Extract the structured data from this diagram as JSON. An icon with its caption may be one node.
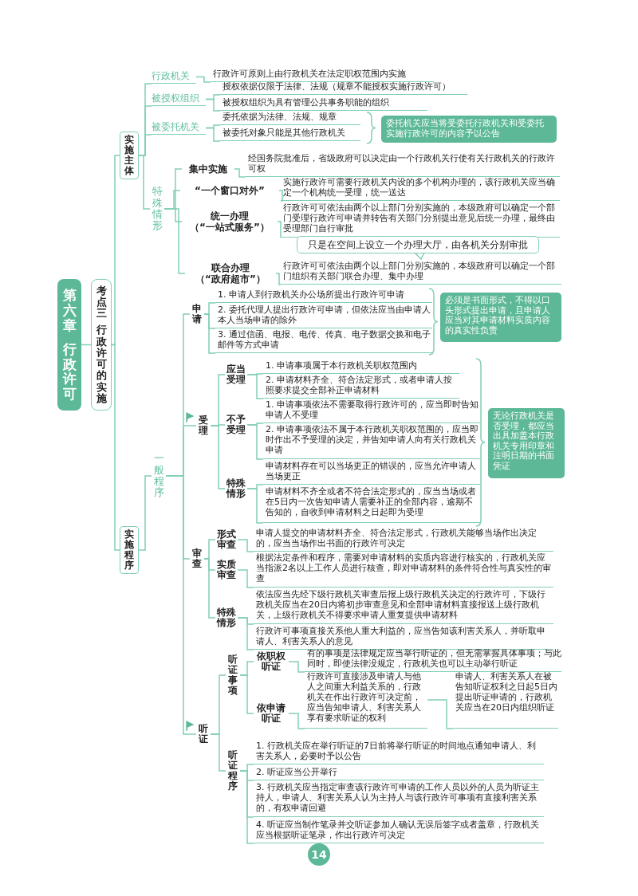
{
  "diagram": {
    "nodes": [
      {
        "text": [
          "第六章",
          "行政许可"
        ]
      },
      {
        "text": [
          "考点三",
          "行政许可的实施"
        ]
      },
      {
        "text": [
          "实施主体"
        ]
      },
      {
        "text": [
          "行政机关"
        ]
      },
      {
        "text": [
          "行政许可原则上由行政机关在法定职权范围内实施"
        ]
      },
      {
        "text": [
          "被授权组织"
        ]
      },
      {
        "text": [
          "授权依据仅限于法律、法规（规章不能授权实施行政许可）"
        ]
      },
      {
        "text": [
          "被授权组织为具有管理公共事务职能的组织"
        ]
      },
      {
        "text": [
          "被委托机关"
        ]
      },
      {
        "text": [
          "委托依据为法律、法规、规章"
        ]
      },
      {
        "text": [
          "被委托对象只能是其他行政机关"
        ]
      },
      {
        "text": [
          "委托机关应当将受委托行政机关和受委托实施行政许可的内容予以公告"
        ]
      },
      {
        "text": [
          "特殊情形"
        ]
      },
      {
        "text": [
          "集中实施"
        ]
      },
      {
        "text": [
          "经国务院批准后，省级政府可以决定由一个行政机关行使有关行政机关的行政许可权"
        ]
      },
      {
        "text": [
          "“一个窗口对外”"
        ]
      },
      {
        "text": [
          "实施行政许可需要行政机关内设的多个机构办理的，该行政机关应当确定一个机构统一受理，统一送达"
        ]
      },
      {
        "text": [
          "统一办理",
          "（“一站式服务”）"
        ]
      },
      {
        "text": [
          "行政许可可依法由两个以上部门分别实施的，本级政府可以确定一个部门受理行政许可申请并转告有关部门分别提出意见后统一办理，最终由受理部门自行审批"
        ]
      },
      {
        "text": [
          "只是在空间上设立一个办理大厅，由各机关分别审批"
        ]
      },
      {
        "text": [
          "联合办理",
          "（“政府超市”）"
        ]
      },
      {
        "text": [
          "行政许可可依法由两个以上部门分别实施的，本级政府可以确定一个部门组织有关部门联合办理、集中办理"
        ]
      },
      {
        "text": [
          "实施程序"
        ]
      },
      {
        "text": [
          "一般程序"
        ]
      },
      {
        "text": [
          "申请"
        ]
      },
      {
        "text": [
          "1. 申请人到行政机关办公场所提出行政许可申请"
        ]
      },
      {
        "text": [
          "2. 委托代理人提出行政许可申请，但依法应当由申请人本人当场申请的除外"
        ]
      },
      {
        "text": [
          "3. 通过信函、电报、电传、传真、电子数据交换和电子邮件等方式申请"
        ]
      },
      {
        "text": [
          "必须是书面形式，不得以口头形式提出申请，且申请人应当对其申请材料实质内容的真实性负责"
        ]
      },
      {
        "text": [
          "受理"
        ]
      },
      {
        "text": [
          "应当受理"
        ]
      },
      {
        "text": [
          "1. 申请事项属于本行政机关职权范围内"
        ]
      },
      {
        "text": [
          "2. 申请材料齐全、符合法定形式，或者申请人按照要求提交全部补正申请材料"
        ]
      },
      {
        "text": [
          "不予受理"
        ]
      },
      {
        "text": [
          "1. 申请事项依法不需要取得行政许可的，应当即时告知申请人不受理"
        ]
      },
      {
        "text": [
          "2. 申请事项依法不属于本行政机关职权范围的，应当即时作出不予受理的决定，并告知申请人向有关行政机关申请"
        ]
      },
      {
        "text": [
          "特殊情形"
        ]
      },
      {
        "text": [
          "申请材料存在可以当场更正的错误的，应当允许申请人当场更正"
        ]
      },
      {
        "text": [
          "申请材料不齐全或者不符合法定形式的，应当当场或者在5日内一次告知申请人需要补正的全部内容，逾期不告知的，自收到申请材料之日起即为受理"
        ]
      },
      {
        "text": [
          "无论行政机关是否受理，都应当出具加盖本行政机关专用印章和注明日期的书面凭证"
        ]
      },
      {
        "text": [
          "审查"
        ]
      },
      {
        "text": [
          "形式审查"
        ]
      },
      {
        "text": [
          "申请人提交的申请材料齐全、符合法定形式，行政机关能够当场作出决定的，应当当场作出书面的行政许可决定"
        ]
      },
      {
        "text": [
          "实质审查"
        ]
      },
      {
        "text": [
          "根据法定条件和程序，需要对申请材料的实质内容进行核实的，行政机关应当指派2名以上工作人员进行核查，即对申请材料的条件符合性与真实性的审查"
        ]
      },
      {
        "text": [
          "特殊情形"
        ]
      },
      {
        "text": [
          "依法应当先经下级行政机关审查后报上级行政机关决定的行政许可，下级行政机关应当在20日内将初步审查意见和全部申请材料直接报送上级行政机关，上级行政机关不得要求申请人重复提供申请材料"
        ]
      },
      {
        "text": [
          "行政许可事项直接关系他人重大利益的，应当告知该利害关系人，并听取申请人、利害关系人的意见"
        ]
      },
      {
        "text": [
          "听证"
        ]
      },
      {
        "text": [
          "听证事项"
        ]
      },
      {
        "text": [
          "依职权听证"
        ]
      },
      {
        "text": [
          "有的事项是法律规定应当举行听证的，但无需掌握具体事项；与此同时，即使法律没规定，行政机关也可以主动举行听证"
        ]
      },
      {
        "text": [
          "依申请听证"
        ]
      },
      {
        "text": [
          "行政许可直接涉及申请人与他人之间重大利益关系的，行政机关在作出行政许可决定前，应当告知申请人、利害关系人享有要求听证的权利"
        ]
      },
      {
        "text": [
          "申请人、利害关系人在被告知听证权利之日起5日内提出听证申请的，行政机关应当在20日内组织听证"
        ]
      },
      {
        "text": [
          "听证程序"
        ]
      },
      {
        "text": [
          "1. 行政机关应在举行听证的7日前将举行听证的时间地点通知申请人、利害关系人，必要时予以公告"
        ]
      },
      {
        "text": [
          "2. 听证应当公开举行"
        ]
      },
      {
        "text": [
          "3. 行政机关应当指定审查该行政许可申请的工作人员以外的人员为听证主持人，申请人、利害关系人认为主持人与该行政许可事项有直接利害关系的，有权申请回避"
        ]
      },
      {
        "text": [
          "4. 听证应当制作笔录并交听证参加人确认无误后签字或者盖章，行政机关应当根据听证笔录，作出行政许可决定"
        ]
      }
    ],
    "edges": [
      {
        "from": 0,
        "to": 1,
        "arrow": "none"
      },
      {
        "from": 1,
        "to": 2,
        "arrow": "none"
      },
      {
        "from": 1,
        "to": 22,
        "arrow": "none"
      },
      {
        "from": 2,
        "to": 3,
        "arrow": "none"
      },
      {
        "from": 3,
        "to": 4,
        "arrow": "none"
      },
      {
        "from": 2,
        "to": 5,
        "arrow": "none"
      },
      {
        "from": 5,
        "to": 6,
        "arrow": "none"
      },
      {
        "from": 5,
        "to": 7,
        "arrow": "none"
      },
      {
        "from": 2,
        "to": 8,
        "arrow": "none"
      },
      {
        "from": 8,
        "to": 9,
        "arrow": "none"
      },
      {
        "from": 8,
        "to": 10,
        "arrow": "none"
      },
      {
        "from": 2,
        "to": 12,
        "arrow": "none"
      },
      {
        "from": 12,
        "to": 13,
        "arrow": "none"
      },
      {
        "from": 13,
        "to": 14,
        "arrow": "none"
      },
      {
        "from": 12,
        "to": 15,
        "arrow": "none"
      },
      {
        "from": 15,
        "to": 16,
        "arrow": "none"
      },
      {
        "from": 12,
        "to": 17,
        "arrow": "none"
      },
      {
        "from": 17,
        "to": 18,
        "arrow": "none"
      },
      {
        "from": 12,
        "to": 20,
        "arrow": "none"
      },
      {
        "from": 20,
        "to": 21,
        "arrow": "none"
      },
      {
        "from": 22,
        "to": 23,
        "arrow": "none"
      },
      {
        "from": 23,
        "to": 24,
        "arrow": "none"
      },
      {
        "from": 24,
        "to": 25,
        "arrow": "none"
      },
      {
        "from": 24,
        "to": 26,
        "arrow": "none"
      },
      {
        "from": 24,
        "to": 27,
        "arrow": "none"
      },
      {
        "from": 23,
        "to": 29,
        "arrow": "none"
      },
      {
        "from": 29,
        "to": 30,
        "arrow": "none"
      },
      {
        "from": 30,
        "to": 31,
        "arrow": "none"
      },
      {
        "from": 30,
        "to": 32,
        "arrow": "none"
      },
      {
        "from": 29,
        "to": 33,
        "arrow": "none"
      },
      {
        "from": 33,
        "to": 34,
        "arrow": "none"
      },
      {
        "from": 33,
        "to": 35,
        "arrow": "none"
      },
      {
        "from": 29,
        "to": 36,
        "arrow": "none"
      },
      {
        "from": 36,
        "to": 37,
        "arrow": "none"
      },
      {
        "from": 36,
        "to": 38,
        "arrow": "none"
      },
      {
        "from": 23,
        "to": 40,
        "arrow": "none"
      },
      {
        "from": 40,
        "to": 41,
        "arrow": "none"
      },
      {
        "from": 41,
        "to": 42,
        "arrow": "none"
      },
      {
        "from": 40,
        "to": 43,
        "arrow": "none"
      },
      {
        "from": 43,
        "to": 44,
        "arrow": "none"
      },
      {
        "from": 40,
        "to": 45,
        "arrow": "none"
      },
      {
        "from": 45,
        "to": 46,
        "arrow": "none"
      },
      {
        "from": 45,
        "to": 47,
        "arrow": "none"
      },
      {
        "from": 23,
        "to": 48,
        "arrow": "none"
      },
      {
        "from": 48,
        "to": 49,
        "arrow": "none"
      },
      {
        "from": 49,
        "to": 50,
        "arrow": "none"
      },
      {
        "from": 50,
        "to": 51,
        "arrow": "none"
      },
      {
        "from": 49,
        "to": 52,
        "arrow": "none"
      },
      {
        "from": 52,
        "to": 53,
        "arrow": "none"
      },
      {
        "from": 53,
        "to": 54,
        "arrow": "none"
      },
      {
        "from": 48,
        "to": 55,
        "arrow": "none"
      },
      {
        "from": 55,
        "to": 56,
        "arrow": "none"
      },
      {
        "from": 55,
        "to": 57,
        "arrow": "none"
      },
      {
        "from": 55,
        "to": 58,
        "arrow": "none"
      },
      {
        "from": 55,
        "to": 59,
        "arrow": "none"
      }
    ],
    "labels": [
      "14"
    ]
  }
}
